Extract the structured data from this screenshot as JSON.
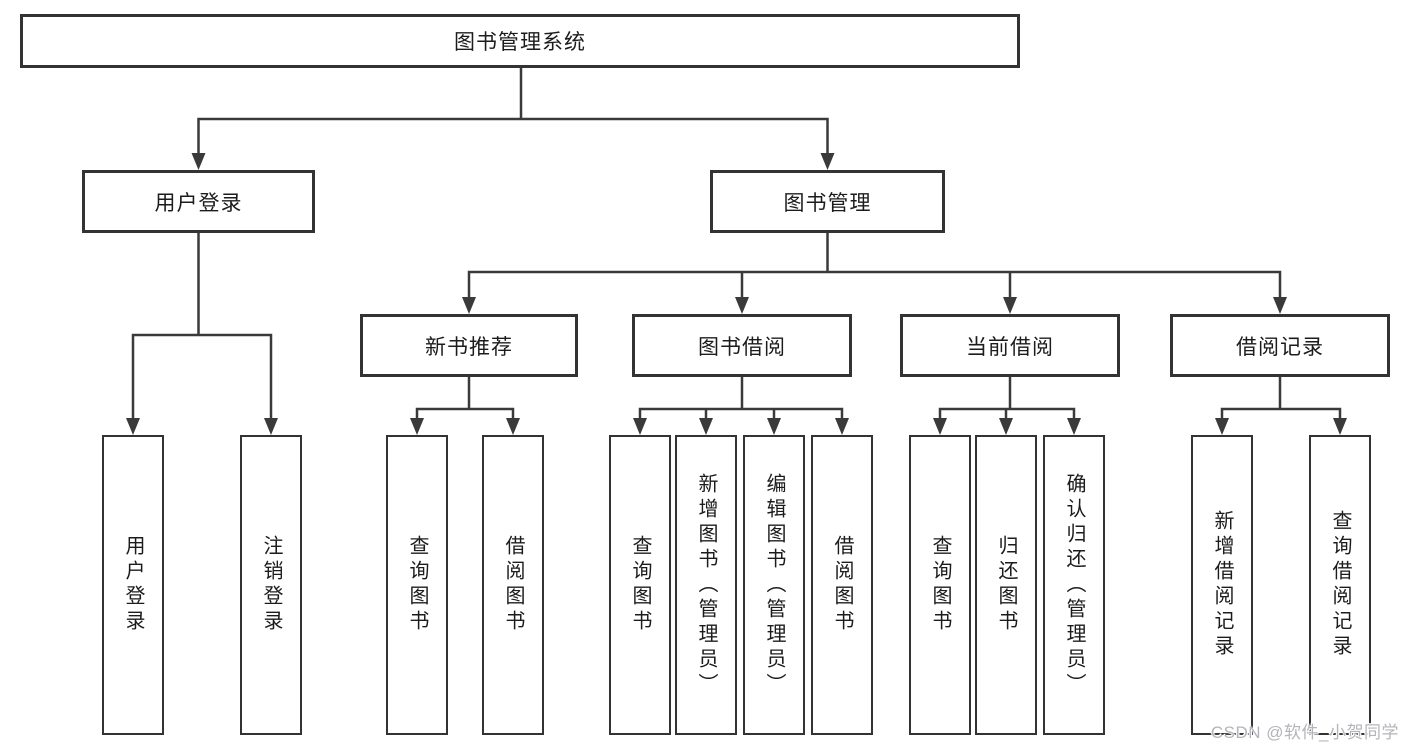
{
  "tree": {
    "root": {
      "label": "图书管理系统"
    },
    "branches": [
      {
        "label": "用户登录",
        "children": [
          {
            "label": "用户登录"
          },
          {
            "label": "注销登录"
          }
        ]
      },
      {
        "label": "图书管理",
        "groups": [
          {
            "label": "新书推荐",
            "children": [
              {
                "label": "查询图书"
              },
              {
                "label": "借阅图书"
              }
            ]
          },
          {
            "label": "图书借阅",
            "children": [
              {
                "label": "查询图书"
              },
              {
                "label": "新增图书（管理员）"
              },
              {
                "label": "编辑图书（管理员）"
              },
              {
                "label": "借阅图书"
              }
            ]
          },
          {
            "label": "当前借阅",
            "children": [
              {
                "label": "查询图书"
              },
              {
                "label": "归还图书"
              },
              {
                "label": "确认归还（管理员）"
              }
            ]
          },
          {
            "label": "借阅记录",
            "children": [
              {
                "label": "新增借阅记录"
              },
              {
                "label": "查询借阅记录"
              }
            ]
          }
        ]
      }
    ]
  },
  "watermark": {
    "text": "CSDN @软件_小贺同学"
  },
  "colors": {
    "background": "#ffffff",
    "box_border": "#333333",
    "connector": "#3a3a3a",
    "text": "#1c1c1c",
    "watermark": "#b4b4ba"
  }
}
